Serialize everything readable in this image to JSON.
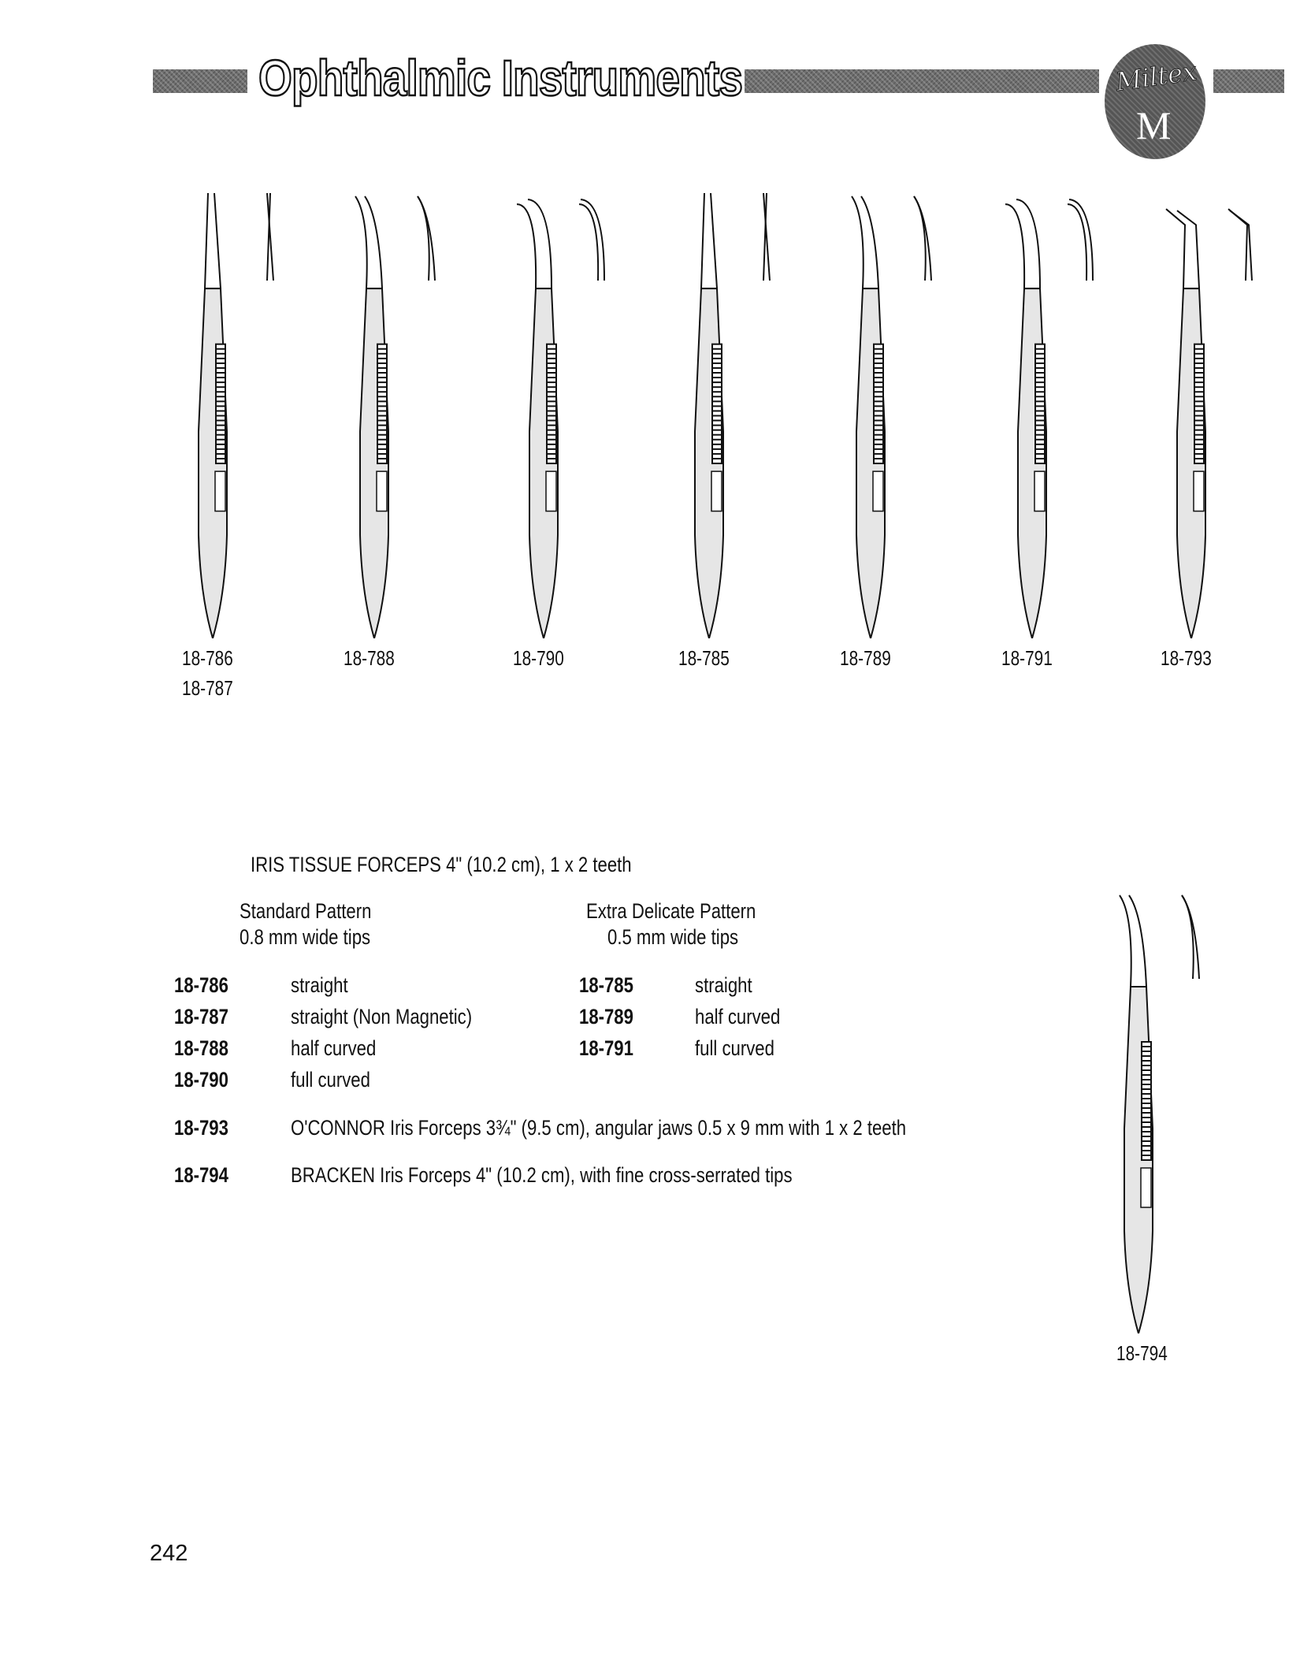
{
  "header": {
    "title": "Ophthalmic Instruments",
    "logo_text": "Miltex",
    "logo_letter": "M"
  },
  "instruments_top": [
    {
      "codes": [
        "18-786",
        "18-787"
      ],
      "tip": "straight"
    },
    {
      "codes": [
        "18-788"
      ],
      "tip": "half"
    },
    {
      "codes": [
        "18-790"
      ],
      "tip": "full"
    },
    {
      "codes": [
        "18-785"
      ],
      "tip": "straight"
    },
    {
      "codes": [
        "18-789"
      ],
      "tip": "half"
    },
    {
      "codes": [
        "18-791"
      ],
      "tip": "full"
    },
    {
      "codes": [
        "18-793"
      ],
      "tip": "angled"
    }
  ],
  "instrument_side": {
    "code": "18-794",
    "tip": "half"
  },
  "section": {
    "heading": "IRIS TISSUE FORCEPS 4\" (10.2 cm), 1 x 2 teeth",
    "standard": {
      "title": "Standard Pattern",
      "subtitle": "0.8 mm wide tips",
      "items": [
        {
          "code": "18-786",
          "desc": "straight"
        },
        {
          "code": "18-787",
          "desc": "straight (Non Magnetic)"
        },
        {
          "code": "18-788",
          "desc": "half curved"
        },
        {
          "code": "18-790",
          "desc": "full curved"
        }
      ]
    },
    "delicate": {
      "title": "Extra Delicate Pattern",
      "subtitle": "0.5 mm wide tips",
      "items": [
        {
          "code": "18-785",
          "desc": "straight"
        },
        {
          "code": "18-789",
          "desc": "half curved"
        },
        {
          "code": "18-791",
          "desc": "full curved"
        }
      ]
    },
    "others": [
      {
        "code": "18-793",
        "desc": "O'CONNOR Iris Forceps 3¾\" (9.5 cm), angular jaws 0.5 x 9 mm with 1 x 2 teeth"
      },
      {
        "code": "18-794",
        "desc": "BRACKEN Iris Forceps 4\" (10.2 cm), with fine cross-serrated tips"
      }
    ]
  },
  "page_number": "242"
}
